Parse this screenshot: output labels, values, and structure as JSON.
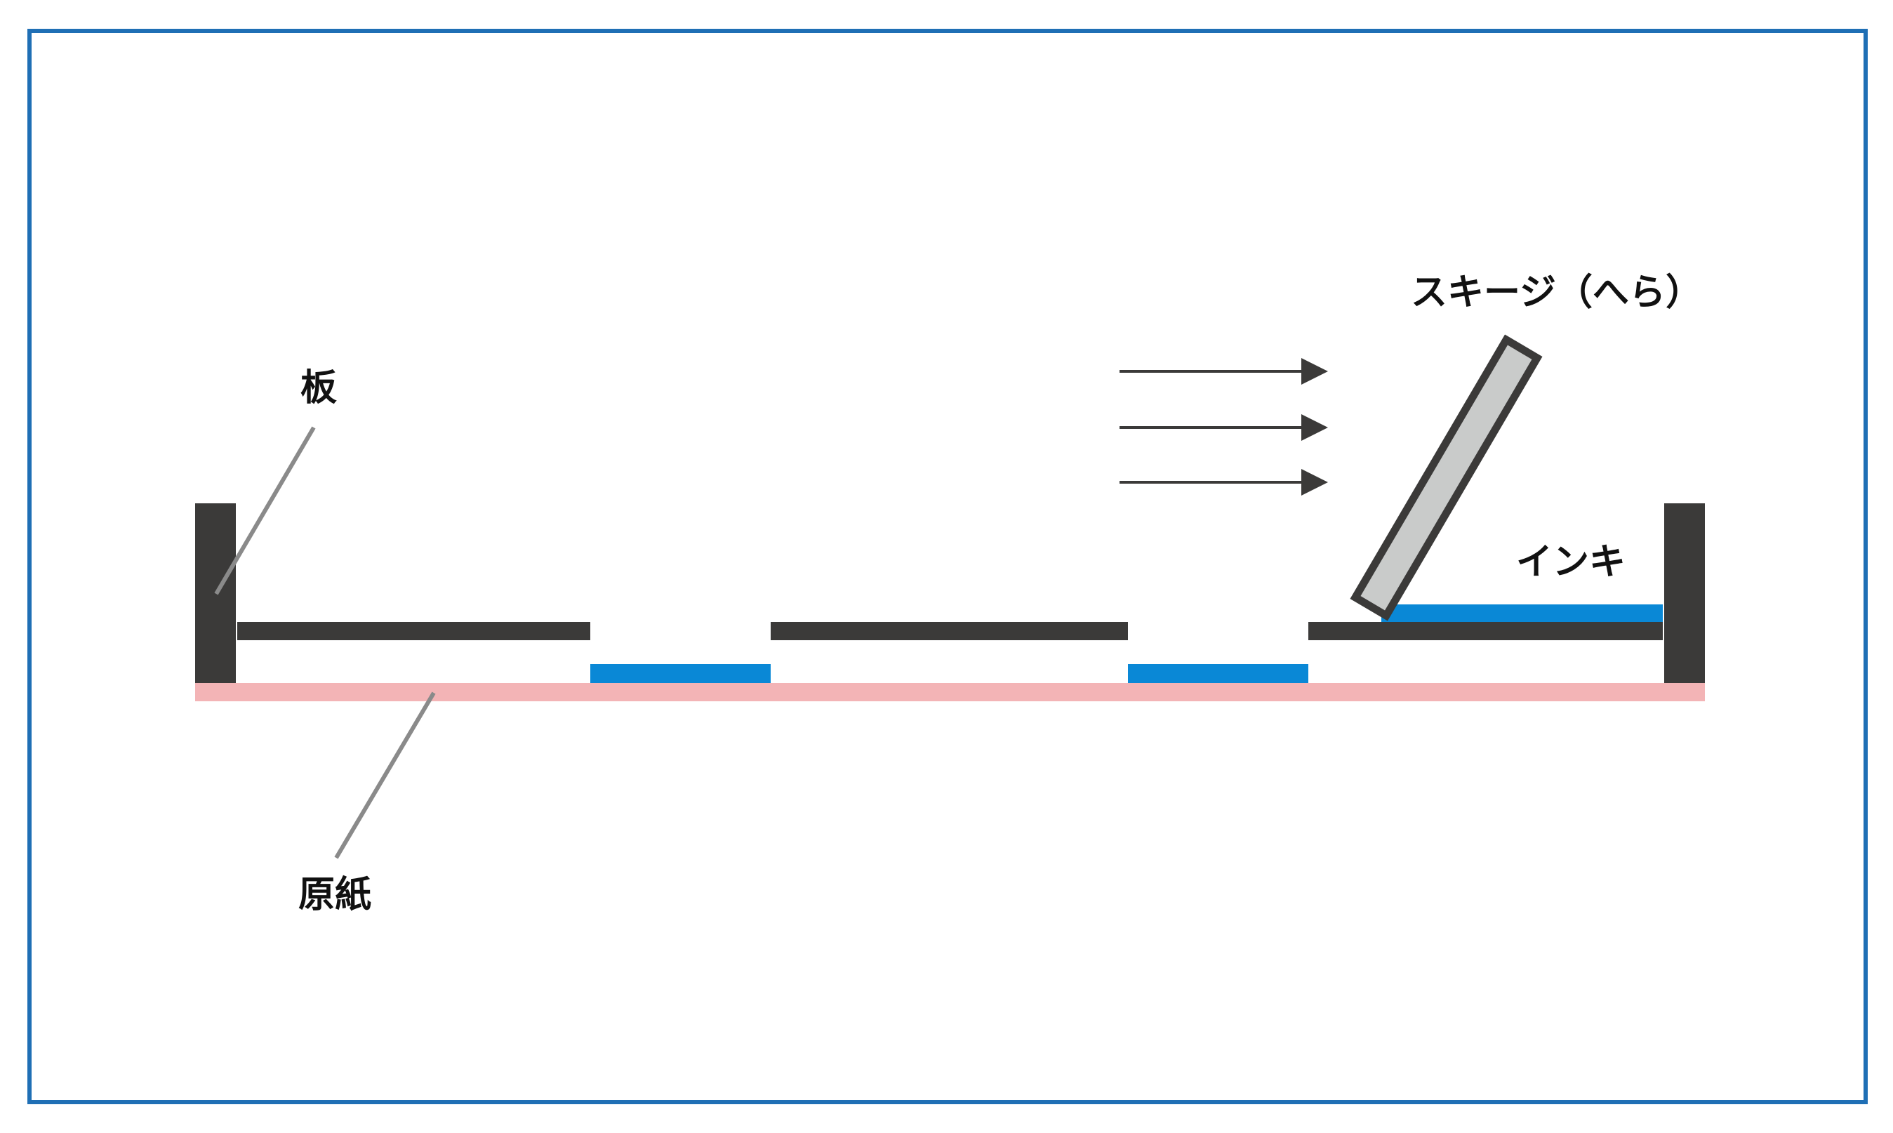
{
  "labels": {
    "board": "板",
    "stencil_paper": "原紙",
    "squeegee": "スキージ（へら）",
    "ink": "インキ"
  },
  "colors": {
    "frame_border": "#1f6fb5",
    "board": "#3b3a39",
    "mesh": "#3b3a39",
    "ink": "#0a88d6",
    "paper": "#f3b4b6",
    "squeegee_fill": "#c9cbca",
    "squeegee_outline": "#3b3a39",
    "leader_line": "#8a8a8a",
    "arrow": "#3b3a39",
    "text": "#111111"
  },
  "icons": {
    "motion_arrows": "right-arrow-icon"
  }
}
